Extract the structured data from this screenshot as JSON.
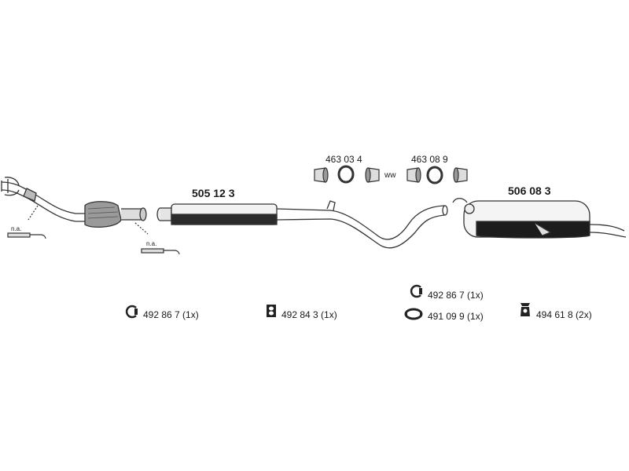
{
  "parts": {
    "front_pipe_na_1": "n.a.",
    "front_pipe_na_2": "n.a.",
    "middle_muffler_number": "505 12 3",
    "rear_muffler_number": "506 08 3",
    "connector_1_number": "463 03 4",
    "connector_2_number": "463 08 9",
    "connector_ww": "ww"
  },
  "accessories": [
    {
      "name": "clamp",
      "icon": "clamp-icon",
      "label": "492 86 7 (1x)"
    },
    {
      "name": "rubber-hanger",
      "icon": "hanger-icon",
      "label": "492 84 3  (1x)"
    },
    {
      "name": "clamp",
      "icon": "clamp-icon",
      "label": "492 86 7 (1x)"
    },
    {
      "name": "ring-gasket",
      "icon": "gasket-icon",
      "label": "491 09 9 (1x)"
    },
    {
      "name": "rubber-mount",
      "icon": "mount-icon",
      "label": "494 61 8 (2x)"
    }
  ],
  "colors": {
    "line": "#333333",
    "shade": "#9a9a9a",
    "dark": "#111111"
  }
}
